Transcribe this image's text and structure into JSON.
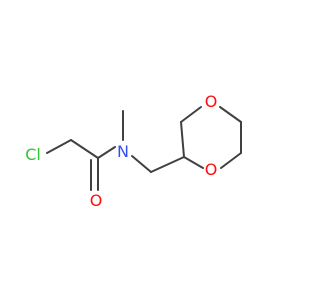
{
  "molecule": {
    "atom_labels": {
      "chlorine": "Cl",
      "carbonyl_oxygen": "O",
      "amide_nitrogen": "N",
      "ring_oxygen_top": "O",
      "ring_oxygen_bottom": "O"
    },
    "colors": {
      "bond": "#404040",
      "chlorine": "#33c433",
      "oxygen": "#ff0d0d",
      "nitrogen": "#3050f8",
      "background": "#ffffff"
    }
  }
}
